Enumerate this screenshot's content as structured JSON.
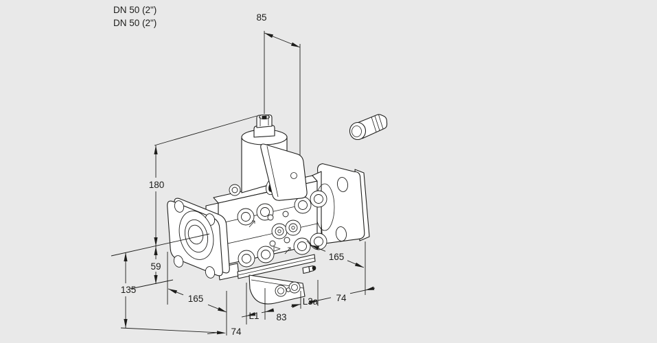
{
  "colors": {
    "background": "#e9e9e9",
    "ink": "#1d1d1b",
    "part_fill": "#ffffff"
  },
  "legend": {
    "line1": "DN 50 (2\")",
    "line2": "DN 50 (2\")"
  },
  "dimensions": {
    "top_width": "85",
    "height_total": "180",
    "center_to_body_bottom": "59",
    "center_to_actuator_bottom": "135",
    "length_left": "165",
    "length_right": "165",
    "offset_bottom_left": "74",
    "offset_bottom_right": "74",
    "l1": "L1",
    "width_83": "83",
    "l3a": "L3a"
  }
}
